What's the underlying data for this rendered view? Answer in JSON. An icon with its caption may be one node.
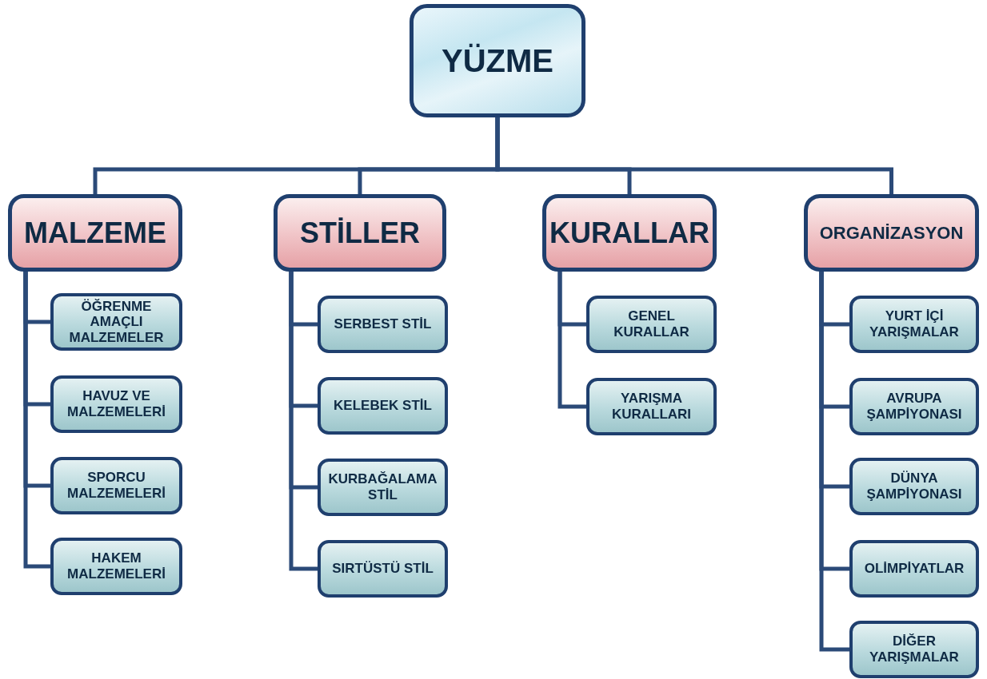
{
  "diagram": {
    "nodes": [
      {
        "text": [
          "YÜZME"
        ]
      },
      {
        "text": [
          "MALZEME"
        ]
      },
      {
        "text": [
          "ÖĞRENME AMAÇLI MALZEMELER"
        ]
      },
      {
        "text": [
          "HAVUZ VE MALZEMELERİ"
        ]
      },
      {
        "text": [
          "SPORCU MALZEMELERİ"
        ]
      },
      {
        "text": [
          "HAKEM MALZEMELERİ"
        ]
      },
      {
        "text": [
          "STİLLER"
        ]
      },
      {
        "text": [
          "SERBEST STİL"
        ]
      },
      {
        "text": [
          "KELEBEK STİL"
        ]
      },
      {
        "text": [
          "KURBAĞALAMA STİL"
        ]
      },
      {
        "text": [
          "SIRTÜSTÜ STİL"
        ]
      },
      {
        "text": [
          "KURALLAR"
        ]
      },
      {
        "text": [
          "GENEL KURALLAR"
        ]
      },
      {
        "text": [
          "YARIŞMA KURALLARI"
        ]
      },
      {
        "text": [
          "ORGANİZASYON"
        ]
      },
      {
        "text": [
          "YURT İÇİ YARIŞMALAR"
        ]
      },
      {
        "text": [
          "AVRUPA ŞAMPİYONASI"
        ]
      },
      {
        "text": [
          "DÜNYA ŞAMPİYONASI"
        ]
      },
      {
        "text": [
          "OLİMPİYATLAR"
        ]
      },
      {
        "text": [
          "DİĞER YARIŞMALAR"
        ]
      }
    ],
    "edges": [
      {
        "from": 0,
        "to": 1,
        "arrow": "none"
      },
      {
        "from": 0,
        "to": 6,
        "arrow": "none"
      },
      {
        "from": 0,
        "to": 11,
        "arrow": "none"
      },
      {
        "from": 0,
        "to": 14,
        "arrow": "none"
      },
      {
        "from": 1,
        "to": 2,
        "arrow": "none"
      },
      {
        "from": 1,
        "to": 3,
        "arrow": "none"
      },
      {
        "from": 1,
        "to": 4,
        "arrow": "none"
      },
      {
        "from": 1,
        "to": 5,
        "arrow": "none"
      },
      {
        "from": 6,
        "to": 7,
        "arrow": "none"
      },
      {
        "from": 6,
        "to": 8,
        "arrow": "none"
      },
      {
        "from": 6,
        "to": 9,
        "arrow": "none"
      },
      {
        "from": 6,
        "to": 10,
        "arrow": "none"
      },
      {
        "from": 11,
        "to": 12,
        "arrow": "none"
      },
      {
        "from": 11,
        "to": 13,
        "arrow": "none"
      },
      {
        "from": 14,
        "to": 15,
        "arrow": "none"
      },
      {
        "from": 14,
        "to": 16,
        "arrow": "none"
      },
      {
        "from": 14,
        "to": 17,
        "arrow": "none"
      },
      {
        "from": 14,
        "to": 18,
        "arrow": "none"
      },
      {
        "from": 14,
        "to": 19,
        "arrow": "none"
      }
    ]
  }
}
